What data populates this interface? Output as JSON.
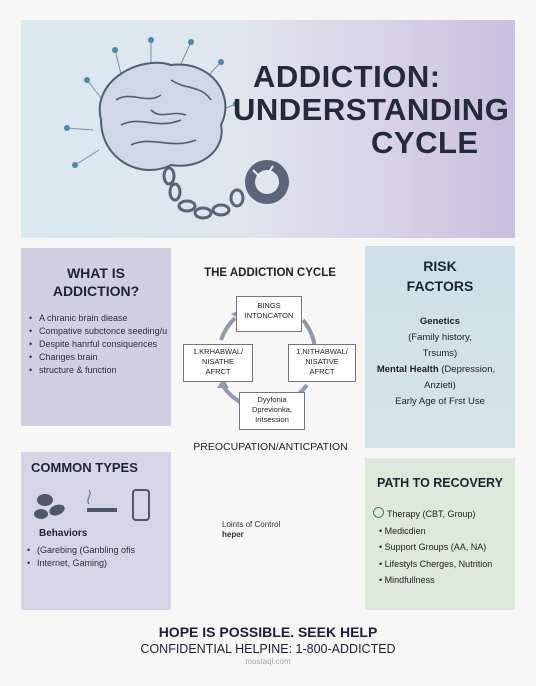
{
  "hero": {
    "title_line1": "ADDICTION:",
    "title_line2": "UNDERSTANDING",
    "title_line3": "CYCLE"
  },
  "what_is": {
    "heading_line1": "WHAT IS",
    "heading_line2": "ADDICTION?",
    "bullets": [
      "A chranic brain diease",
      "Compative subctonce seeding/use",
      "Despite hanrful consiquences",
      "Changes brain",
      "structure & function"
    ]
  },
  "cycle": {
    "title": "THE ADDICTION CYCLE",
    "top_box_line1": "BINGS",
    "top_box_line2": "INTONCATON",
    "left_box_line1": "1.KRHABWAL/",
    "left_box_line2": "NISATHE",
    "left_box_line3": "AFRCT",
    "right_box_line1": "1.NITHABWAL/",
    "right_box_line2": "NISATIVE",
    "right_box_line3": "AFRCT",
    "bottom_box_line1": "Dyyfonia",
    "bottom_box_line2": "Dprevionka,",
    "bottom_box_line3": "Iritsession",
    "preoccupation": "PREOCUPATION/ANTICPATION",
    "loss_line1": "Loints of Control",
    "loss_line2": "heper"
  },
  "common": {
    "heading": "COMMON TYPES",
    "behaviors_label": "Behaviors",
    "bullets": [
      "(Garebing (Ganbling ofis",
      "Internet, Gaming)"
    ]
  },
  "risk": {
    "heading_line1": "RISK",
    "heading_line2": "FACTORS",
    "genetics": "Genetics",
    "genetics_detail1": "(Family history,",
    "genetics_detail2": "Trsums)",
    "mental_label": "Mental Health",
    "mental_detail1": " (Depression,",
    "mental_detail2": "Anzieti)",
    "early": "Early Age of Frst Use"
  },
  "path": {
    "heading": "PATH TO RECOVERY",
    "items": [
      "Therapy (CBT, Group)",
      "Medicdien",
      "Support Groups (AA, NA)",
      "Lifestyls Cherges, Nutrition",
      "Mindfullness"
    ]
  },
  "footer": {
    "line1": "HOPE IS POSSIBLE. SEEK HELP",
    "line2": "CONFIDENTIAL HELPINE: 1-800-ADDICTED",
    "watermark": "mostaql.com"
  }
}
